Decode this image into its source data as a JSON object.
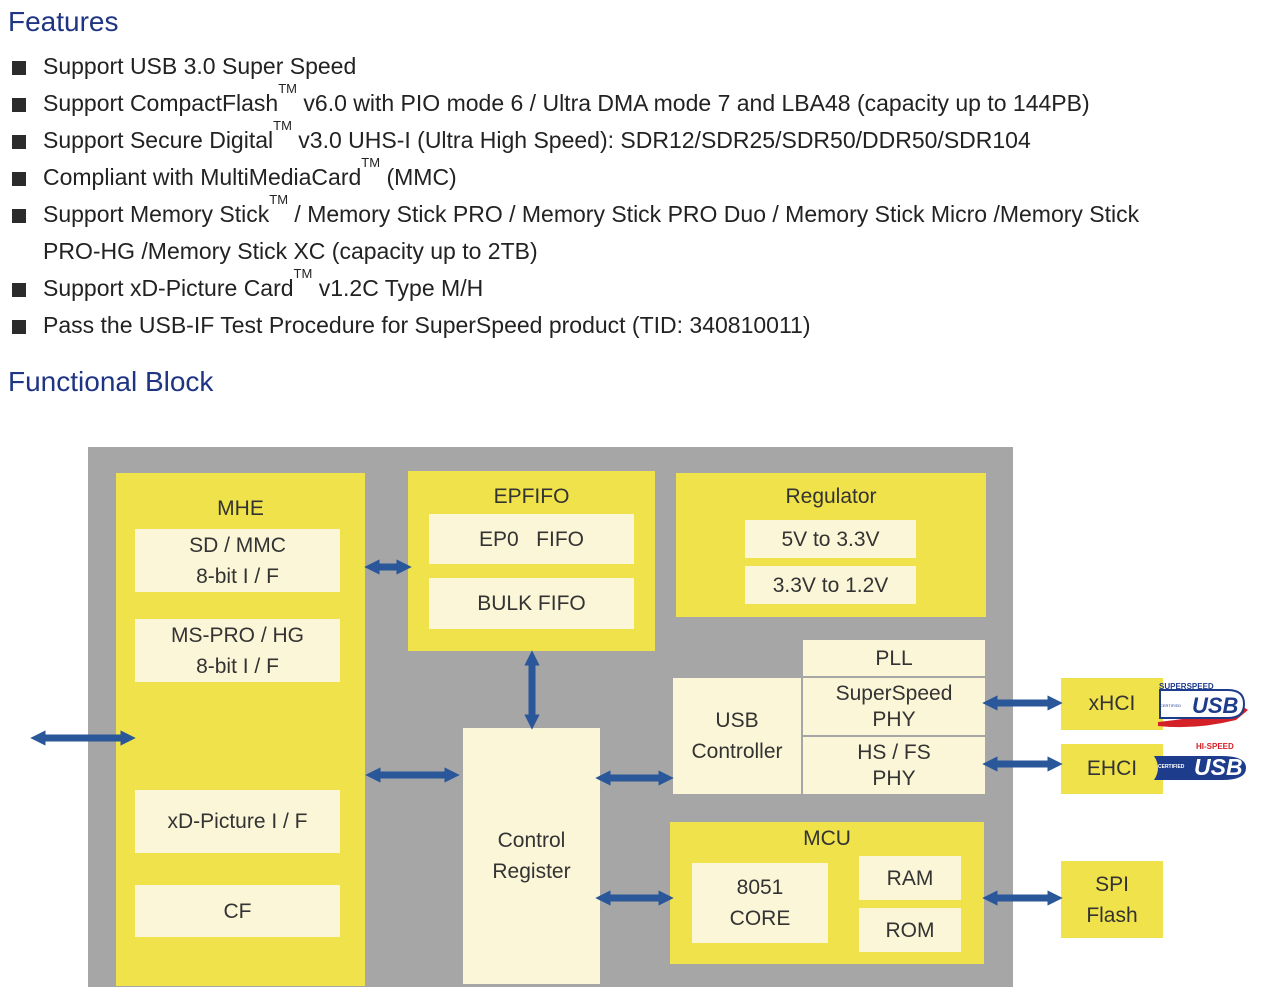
{
  "features": {
    "heading": "Features",
    "items": [
      {
        "text": "Support USB 3.0 Super Speed"
      },
      {
        "pre": "Support CompactFlash",
        "tm": "TM",
        "post": " v6.0 with PIO mode 6 / Ultra DMA mode 7 and LBA48 (capacity up to 144PB)"
      },
      {
        "pre": "Support Secure Digital",
        "tm": "TM",
        "post": " v3.0 UHS-I (Ultra High Speed): SDR12/SDR25/SDR50/DDR50/SDR104"
      },
      {
        "pre": "Compliant with MultiMediaCard",
        "tm": "TM",
        "post": " (MMC)"
      },
      {
        "pre": "Support Memory Stick",
        "tm": "TM",
        "post": " / Memory Stick PRO / Memory Stick PRO Duo / Memory Stick Micro /Memory Stick",
        "line2": "PRO-HG /Memory Stick XC (capacity up to 2TB)"
      },
      {
        "pre": "Support xD-Picture Card",
        "tm": "TM",
        "post": " v1.2C Type M/H"
      },
      {
        "text": "Pass the USB-IF Test Procedure for SuperSpeed product (TID: 340810011)"
      }
    ]
  },
  "functional_block": {
    "heading": "Functional Block",
    "mhe": {
      "title": "MHE",
      "sd_line1": "SD / MMC",
      "sd_line2": "8-bit I / F",
      "ms_line1": "MS-PRO / HG",
      "ms_line2": "8-bit I / F",
      "xd": "xD-Picture I / F",
      "cf": "CF"
    },
    "epfifo": {
      "title": "EPFIFO",
      "ep0": "EP0   FIFO",
      "bulk": "BULK FIFO"
    },
    "regulator": {
      "title": "Regulator",
      "v1": "5V to 3.3V",
      "v2": "3.3V to 1.2V"
    },
    "control_register": {
      "line1": "Control",
      "line2": "Register"
    },
    "usb": {
      "pll": "PLL",
      "controller_line1": "USB",
      "controller_line2": "Controller",
      "ss_line1": "SuperSpeed",
      "ss_line2": "PHY",
      "hs_line1": "HS / FS",
      "hs_line2": "PHY"
    },
    "mcu": {
      "title": "MCU",
      "core_line1": "8051",
      "core_line2": "CORE",
      "ram": "RAM",
      "rom": "ROM"
    },
    "external": {
      "xhci": "xHCI",
      "ehci": "EHCI",
      "spi_line1": "SPI",
      "spi_line2": "Flash"
    },
    "logos": {
      "superspeed_top": "SUPERSPEED",
      "superspeed_small": "CERTIFIED",
      "superspeed_usb": "USB",
      "hispeed_top": "HI-SPEED",
      "hispeed_small": "CERTIFIED",
      "hispeed_usb": "USB"
    },
    "colors": {
      "canvas": "#a6a6a6",
      "block": "#f0e24a",
      "inner": "#fbf6d7",
      "arrow": "#2a579a",
      "heading": "#1f3583"
    }
  }
}
